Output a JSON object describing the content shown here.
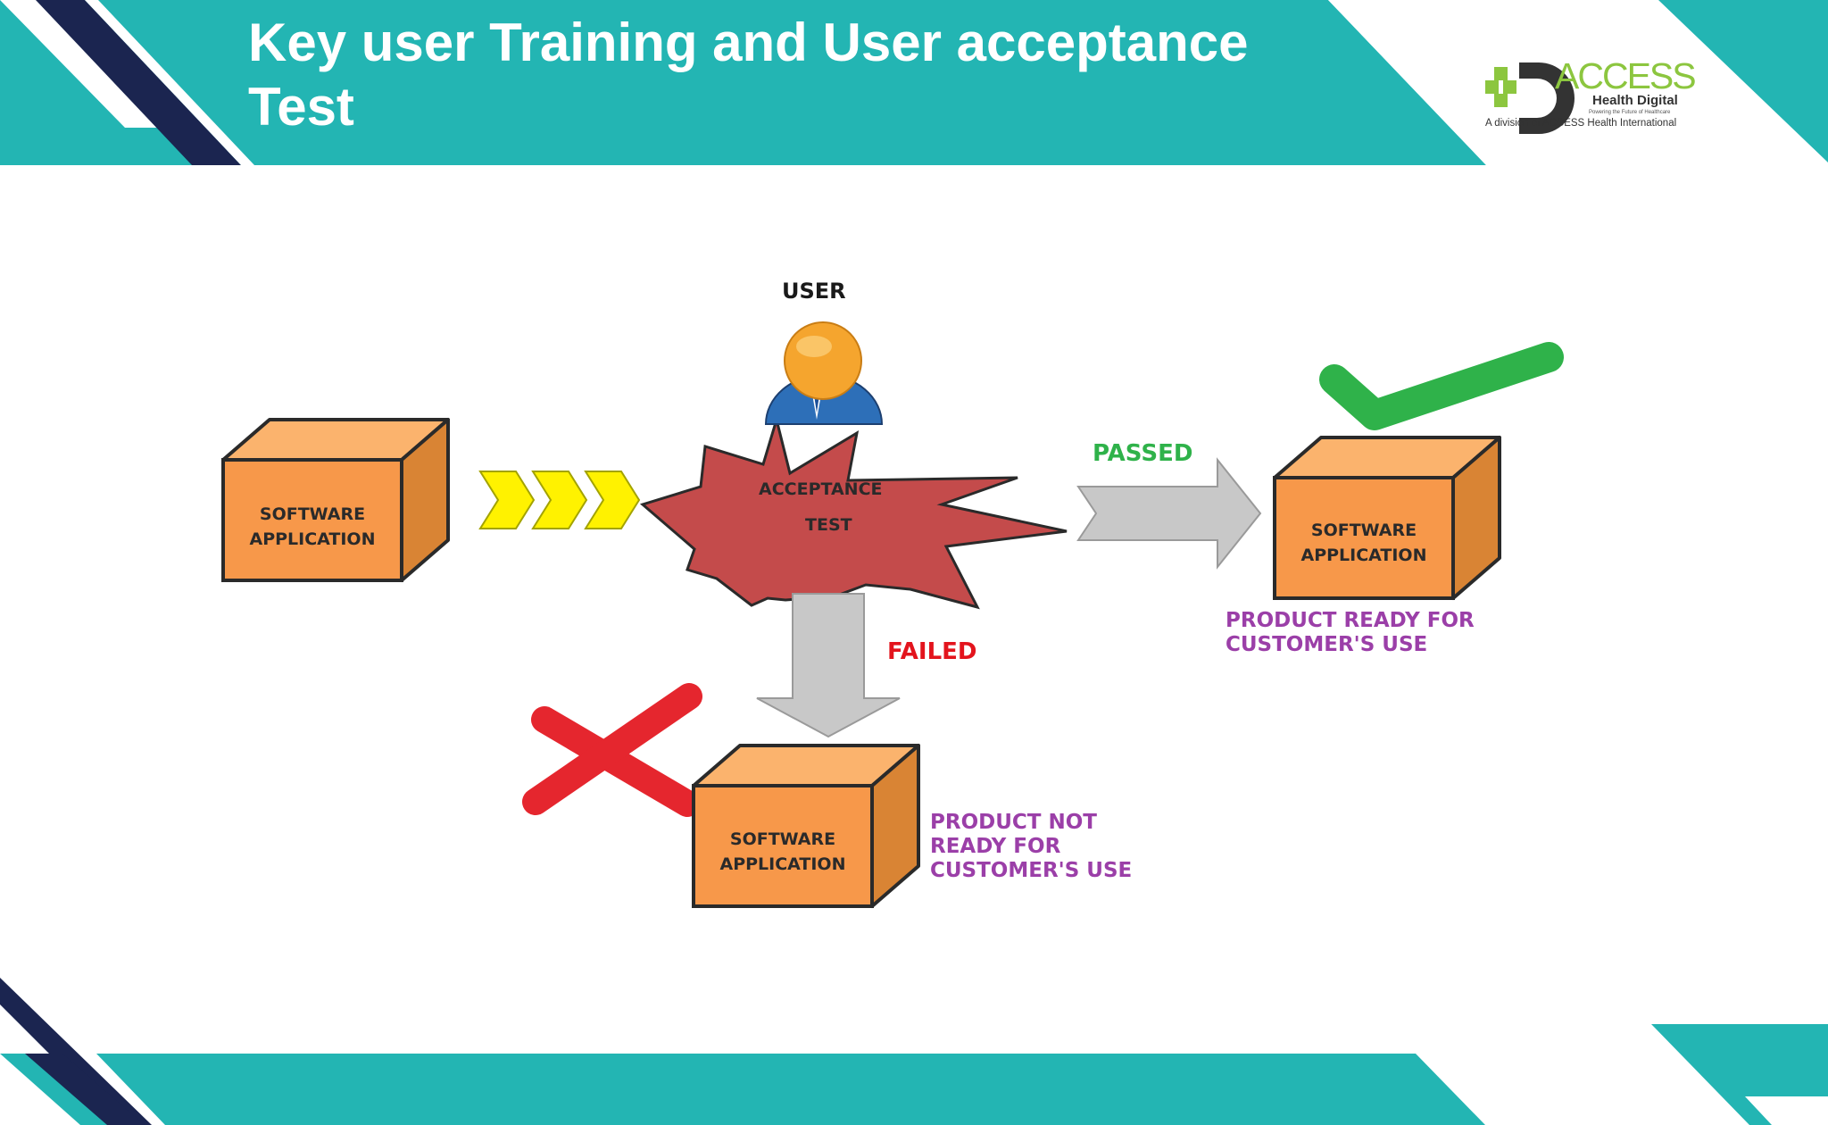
{
  "slide": {
    "title": "Key user Training and User acceptance Test"
  },
  "logo": {
    "word": "ACCESS",
    "subtitle": "Health Digital",
    "tagline": "Powering the Future of Healthcare",
    "division": "A division of ACCESS Health International"
  },
  "diagram": {
    "user_label": "USER",
    "test_line1": "ACCEPTANCE",
    "test_line2": "TEST",
    "box_line1": "SOFTWARE",
    "box_line2": "APPLICATION",
    "passed_label": "PASSED",
    "failed_label": "FAILED",
    "ready_text": "PRODUCT READY FOR\nCUSTOMER'S USE",
    "not_ready_text": "PRODUCT NOT\nREADY FOR\nCUSTOMER'S USE"
  },
  "colors": {
    "teal": "#23b5b3",
    "navy": "#1b2550",
    "box_front": "#f7984a",
    "box_side": "#d98434",
    "burst": "#c44b4b",
    "passed": "#2fb24a",
    "failed": "#e3141d",
    "result_text": "#9b3fa8",
    "chevron": "#fff200",
    "arrow_gray": "#c8c8c8"
  }
}
